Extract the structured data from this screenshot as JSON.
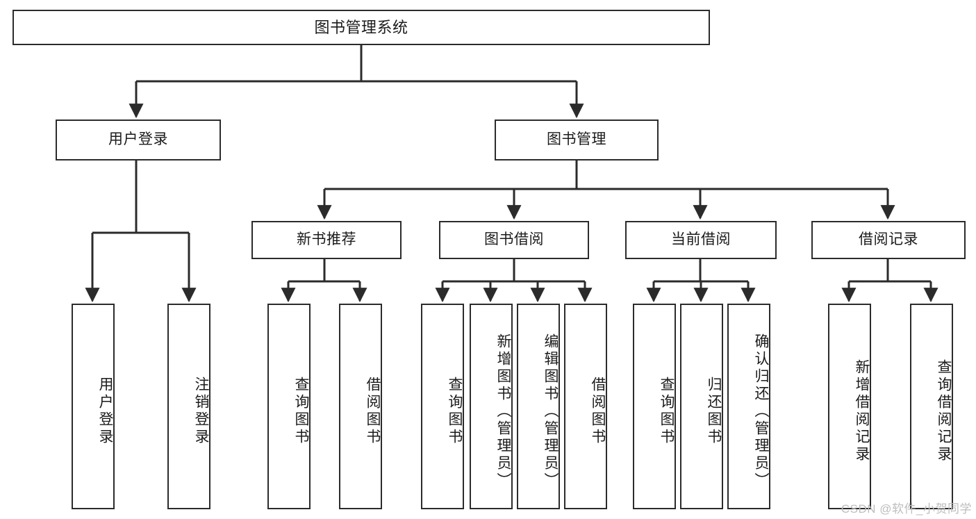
{
  "diagram": {
    "type": "tree",
    "title": "图书管理系统",
    "watermark": "CSDN @软件_小贺同学",
    "colors": {
      "box_border": "#2b2b2b",
      "box_fill": "#ffffff",
      "connector": "#2b2b2b",
      "text": "#1b1b1b",
      "watermark": "#bdbdbd",
      "background": "#ffffff"
    },
    "nodes": {
      "root": {
        "label": "图书管理系统"
      },
      "level2": [
        {
          "id": "user-login",
          "label": "用户登录"
        },
        {
          "id": "book-management",
          "label": "图书管理"
        }
      ],
      "level3": [
        {
          "id": "new-book-recommend",
          "label": "新书推荐"
        },
        {
          "id": "book-borrow",
          "label": "图书借阅"
        },
        {
          "id": "current-borrow",
          "label": "当前借阅"
        },
        {
          "id": "borrow-record",
          "label": "借阅记录"
        }
      ],
      "leaves": {
        "user-login": [
          {
            "id": "leaf-user-login",
            "label": "用户登录"
          },
          {
            "id": "leaf-user-logout",
            "label": "注销登录"
          }
        ],
        "new-book-recommend": [
          {
            "id": "leaf-query-book-1",
            "label": "查询图书"
          },
          {
            "id": "leaf-borrow-book-1",
            "label": "借阅图书"
          }
        ],
        "book-borrow": [
          {
            "id": "leaf-query-book-2",
            "label": "查询图书"
          },
          {
            "id": "leaf-add-book",
            "label": "新增图书（管理员）"
          },
          {
            "id": "leaf-edit-book",
            "label": "编辑图书（管理员）"
          },
          {
            "id": "leaf-borrow-book-2",
            "label": "借阅图书"
          }
        ],
        "current-borrow": [
          {
            "id": "leaf-query-book-3",
            "label": "查询图书"
          },
          {
            "id": "leaf-return-book",
            "label": "归还图书"
          },
          {
            "id": "leaf-confirm-return",
            "label": "确认归还（管理员）"
          }
        ],
        "borrow-record": [
          {
            "id": "leaf-add-record",
            "label": "新增借阅记录"
          },
          {
            "id": "leaf-query-record",
            "label": "查询借阅记录"
          }
        ]
      }
    }
  }
}
